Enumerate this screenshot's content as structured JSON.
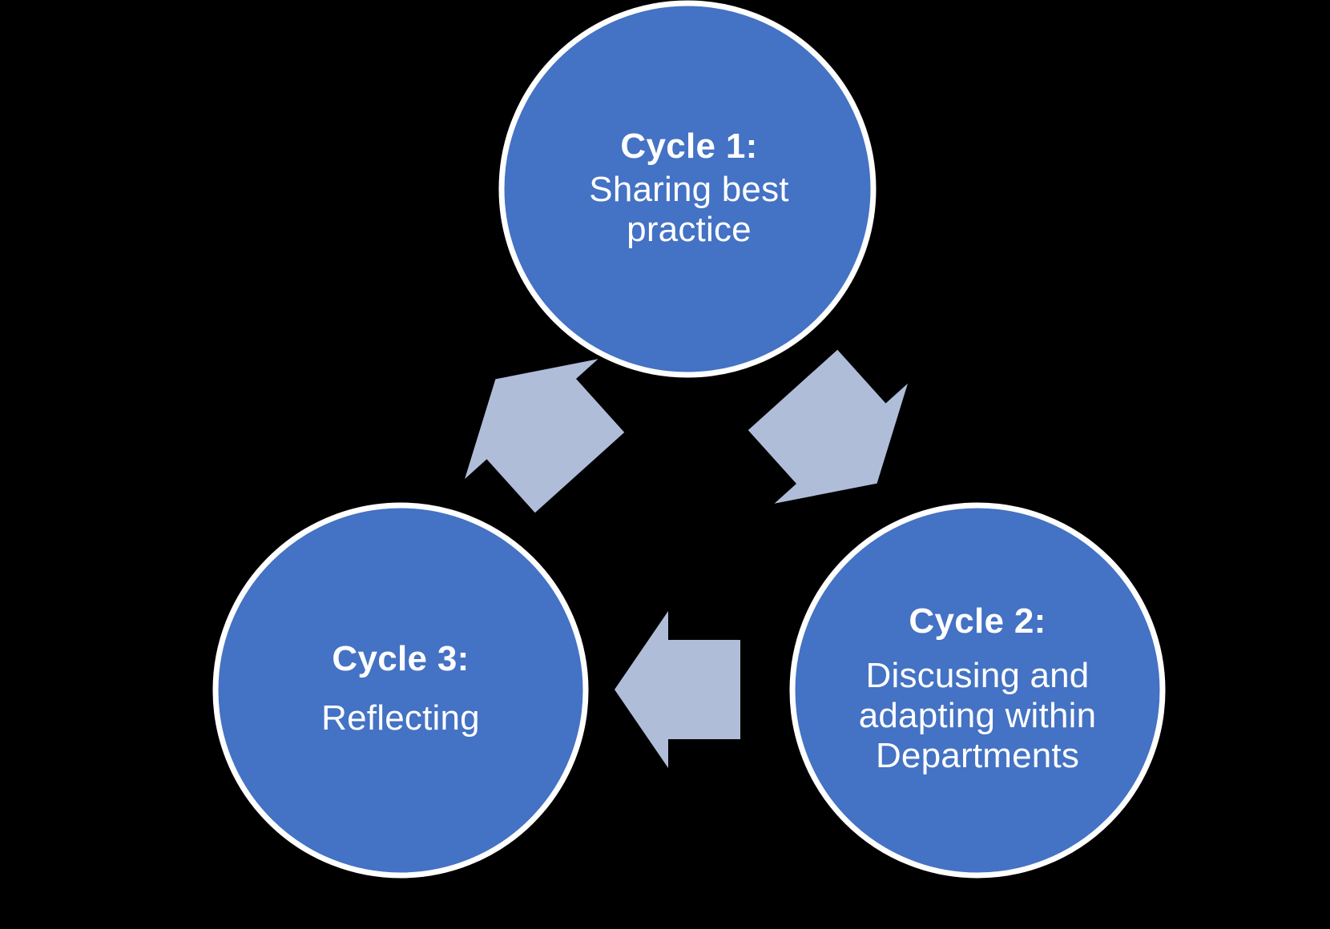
{
  "diagram": {
    "type": "cyclical-process",
    "background_color": "#000000",
    "node_fill_color": "#4472C4",
    "node_stroke_color": "#FFFFFF",
    "node_text_color": "#FFFFFF",
    "arrow_color": "#AFBDD9",
    "nodes": [
      {
        "id": "cycle-1",
        "title": "Cycle 1:",
        "body": "Sharing best practice",
        "position": "top-center"
      },
      {
        "id": "cycle-2",
        "title": "Cycle 2:",
        "body": "Discusing and adapting within Departments",
        "position": "bottom-right"
      },
      {
        "id": "cycle-3",
        "title": "Cycle 3:",
        "body": "Reflecting",
        "position": "bottom-left"
      }
    ],
    "arrows": [
      {
        "id": "arrow-1-to-2",
        "from": "cycle-1",
        "to": "cycle-2",
        "direction": "down-right"
      },
      {
        "id": "arrow-2-to-3",
        "from": "cycle-2",
        "to": "cycle-3",
        "direction": "left"
      },
      {
        "id": "arrow-3-to-1",
        "from": "cycle-3",
        "to": "cycle-1",
        "direction": "up-left"
      }
    ]
  }
}
